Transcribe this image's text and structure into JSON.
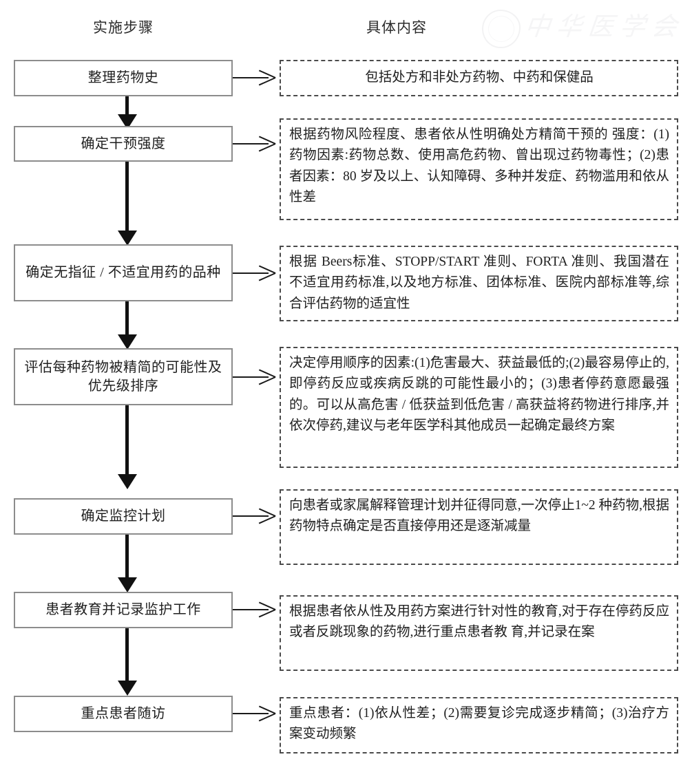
{
  "headers": {
    "left": "实施步骤",
    "right": "具体内容"
  },
  "watermark": {
    "text": "中华医学会",
    "seal_icon": "seal-icon"
  },
  "colors": {
    "step_border": "#8c8c8c",
    "detail_border": "#4a4a4a",
    "arrow": "#111111",
    "text": "#1f1f1f",
    "background": "#ffffff"
  },
  "rows": [
    {
      "step": "整理药物史",
      "detail": "包括处方和非处方药物、中药和保健品",
      "detail_centered": true
    },
    {
      "step": "确定干预强度",
      "detail": "根据药物风险程度、患者依从性明确处方精简干预的 强度：(1)药物因素:药物总数、使用高危药物、曾出现过药物毒性；(2)患者因素：80 岁及以上、认知障碍、多种并发症、药物滥用和依从性差",
      "detail_centered": false
    },
    {
      "step": "确定无指征 / 不适宜用药的品种",
      "detail": "根据 Beers标准、STOPP/START 准则、FORTA 准则、我国潜在不适宜用药标准,以及地方标准、团体标准、医院内部标准等,综合评估药物的适宜性",
      "detail_centered": false
    },
    {
      "step": "评估每种药物被精简的可能性及优先级排序",
      "detail": "决定停用顺序的因素:(1)危害最大、获益最低的;(2)最容易停止的,即停药反应或疾病反跳的可能性最小的；(3)患者停药意愿最强的。可以从高危害 / 低获益到低危害 / 高获益将药物进行排序,并依次停药,建议与老年医学科其他成员一起确定最终方案",
      "detail_centered": false
    },
    {
      "step": "确定监控计划",
      "detail": "向患者或家属解释管理计划并征得同意,一次停止1~2 种药物,根据药物特点确定是否直接停用还是逐渐减量",
      "detail_centered": false
    },
    {
      "step": "患者教育并记录监护工作",
      "detail": "根据患者依从性及用药方案进行针对性的教育,对于存在停药反应或者反跳现象的药物,进行重点患者教 育,并记录在案",
      "detail_centered": false
    },
    {
      "step": "重点患者随访",
      "detail": "重点患者：(1)依从性差；(2)需要复诊完成逐步精简；(3)治疗方案变动频繁",
      "detail_centered": false
    }
  ]
}
